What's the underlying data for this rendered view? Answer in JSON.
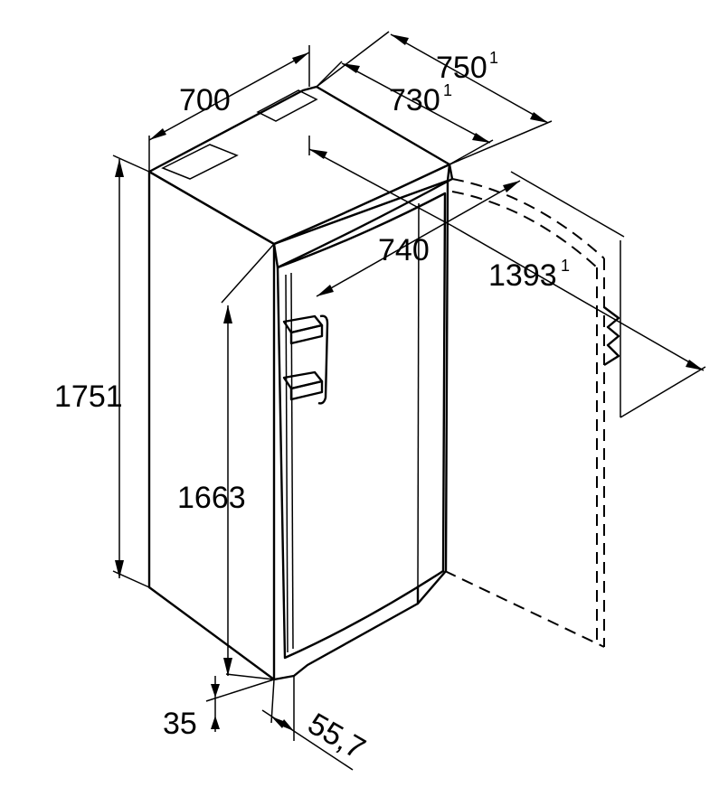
{
  "dimensions": {
    "width": "700",
    "depth_with_handle": "750",
    "depth_with_handle_sup": "1",
    "depth": "730",
    "depth_sup": "1",
    "door_open_depth": "740",
    "door_swing": "1393",
    "door_swing_sup": "1",
    "height": "1751",
    "height_inner": "1663",
    "foot_height": "35",
    "plinth_offset": "55,7"
  }
}
